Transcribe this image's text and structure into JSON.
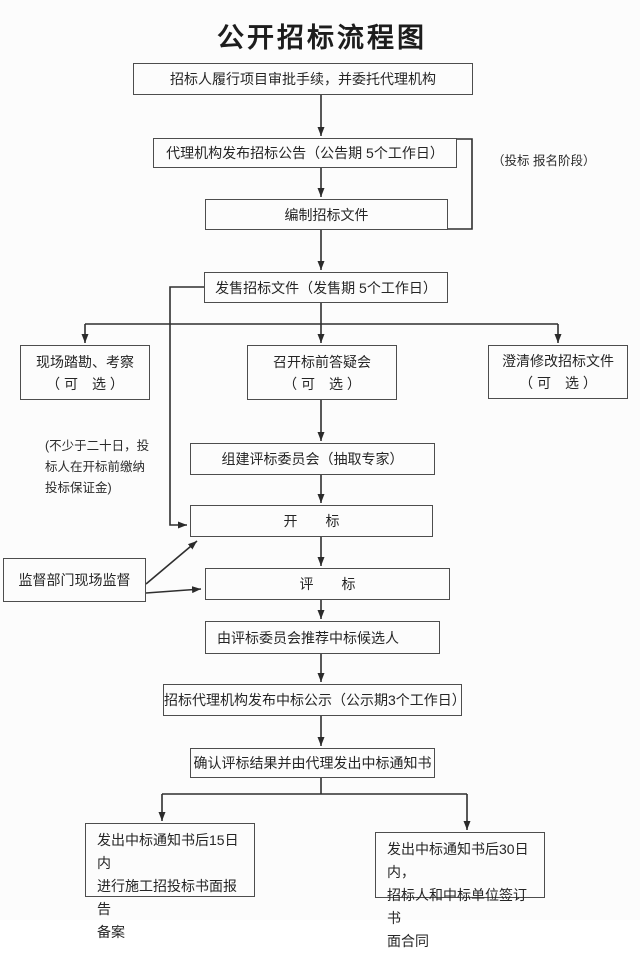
{
  "title": "公开招标流程图",
  "notes": {
    "stage": "（投标 报名阶段）",
    "deposit": "(不少于二十日，投\n标人在开标前缴纳\n投标保证金)"
  },
  "nodes": {
    "approval": "招标人履行项目审批手续，并委托代理机构",
    "announce": "代理机构发布招标公告（公告期 5个工作日）",
    "prepare": "编制招标文件",
    "sell": "发售招标文件（发售期 5个工作日）",
    "visit": "现场踏勘、考察\n（ 可　选 ）",
    "qa": "召开标前答疑会\n（ 可　选 ）",
    "clarify": "澄清修改招标文件\n（ 可　选 ）",
    "committee": "组建评标委员会（抽取专家）",
    "opening": "开　　标",
    "supervise": "监督部门现场监督",
    "evaluate": "评　　标",
    "recommend": "由评标委员会推荐中标候选人",
    "publicity": "招标代理机构发布中标公示（公示期3个工作日）",
    "confirm": "确认评标结果并由代理发出中标通知书",
    "report": "发出中标通知书后15日内\n进行施工招投标书面报告\n备案",
    "contract": "发出中标通知书后30日内，\n招标人和中标单位签订书\n面合同"
  },
  "colors": {
    "background": "#fcfcfc",
    "line": "#2f2f2f",
    "box_border": "#4d4d4d",
    "text": "#252525"
  }
}
